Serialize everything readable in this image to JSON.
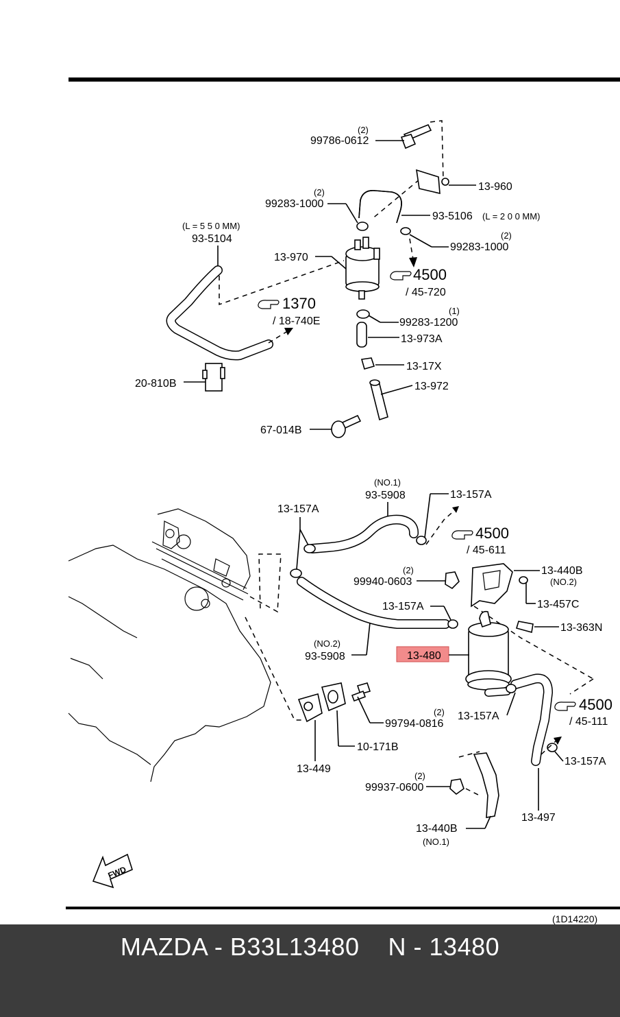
{
  "footer": {
    "title": "MAZDA - B33L13480    N - 13480"
  },
  "diagram_code": "(1D14220)",
  "highlight_label": "13-480",
  "fwd_label": "FWD",
  "labels": {
    "l_99786_qty": "(2)",
    "l_99786": "99786-0612",
    "l_13960": "13-960",
    "l_99283a_qty": "(2)",
    "l_99283a": "99283-1000",
    "l_935106": "93-5106",
    "l_935106_len": "(L = 2 0 0 MM)",
    "l_99283b_qty": "(2)",
    "l_99283b": "99283-1000",
    "l_935104_len": "(L = 5 5 0 MM)",
    "l_935104": "93-5104",
    "l_13970": "13-970",
    "l_4500a": "4500",
    "l_45720": "/ 45-720",
    "l_1370": "1370",
    "l_18740e": "/ 18-740E",
    "l_99283c_qty": "(1)",
    "l_99283c": "99283-1200",
    "l_13973a": "13-973A",
    "l_2081ob": "20-810B",
    "l_1317x": "13-17X",
    "l_13972": "13-972",
    "l_67014b": "67-014B",
    "l_no1a": "(NO.1)",
    "l_935908a": "93-5908",
    "l_13157a_1": "13-157A",
    "l_13157a_2": "13-157A",
    "l_4500b": "4500",
    "l_45611": "/ 45-611",
    "l_99940_qty": "(2)",
    "l_99940": "99940-0603",
    "l_13440b_top": "13-440B",
    "l_no2_top": "(NO.2)",
    "l_13157a_3": "13-157A",
    "l_13457c": "13-457C",
    "l_13363n": "13-363N",
    "l_no2b": "(NO.2)",
    "l_935908b": "93-5908",
    "l_4500c": "4500",
    "l_45111": "/ 45-111",
    "l_99794_qty": "(2)",
    "l_99794": "99794-0816",
    "l_13157a_4": "13-157A",
    "l_10171b": "10-171B",
    "l_13449": "13-449",
    "l_13157a_5": "13-157A",
    "l_99937_qty": "(2)",
    "l_99937": "99937-0600",
    "l_13497": "13-497",
    "l_13440b_bot": "13-440B",
    "l_no1_bot": "(NO.1)"
  }
}
